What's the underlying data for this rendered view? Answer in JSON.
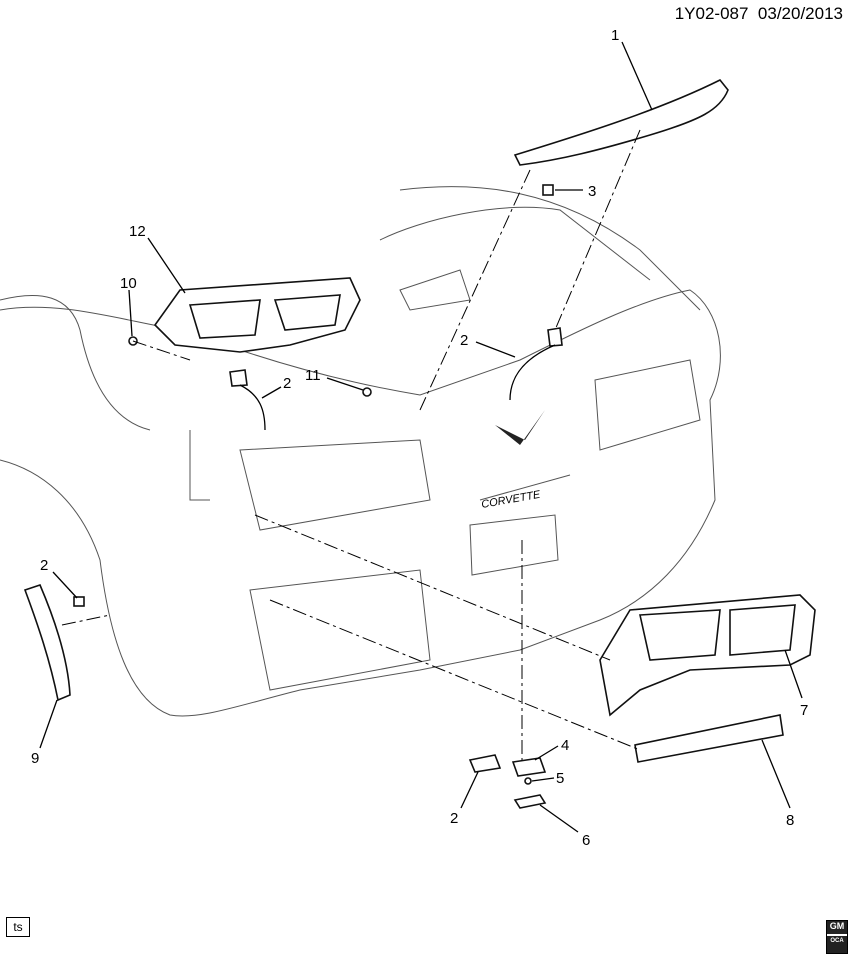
{
  "header": {
    "code": "1Y02-087",
    "date": "03/20/2013"
  },
  "footer": {
    "badge": "ts",
    "logo_text": "GM",
    "logo_subtext": "OCA"
  },
  "callouts": [
    {
      "label": "1",
      "part": "spoiler-lamp"
    },
    {
      "label": "3",
      "part": "nut"
    },
    {
      "label": "12",
      "part": "lamp-housing"
    },
    {
      "label": "10",
      "part": "bolt"
    },
    {
      "label": "11",
      "part": "screw"
    },
    {
      "label": "2",
      "part": "bulb-socket"
    },
    {
      "label": "2",
      "part": "bulb-socket"
    },
    {
      "label": "2",
      "part": "bulb-socket"
    },
    {
      "label": "9",
      "part": "side-marker-lamp"
    },
    {
      "label": "7",
      "part": "tail-lamp-bezel"
    },
    {
      "label": "8",
      "part": "reflector"
    },
    {
      "label": "4",
      "part": "license-lamp"
    },
    {
      "label": "5",
      "part": "clip"
    },
    {
      "label": "6",
      "part": "bracket"
    },
    {
      "label": "2",
      "part": "bulb-socket"
    }
  ],
  "badge_text": "CORVETTE"
}
